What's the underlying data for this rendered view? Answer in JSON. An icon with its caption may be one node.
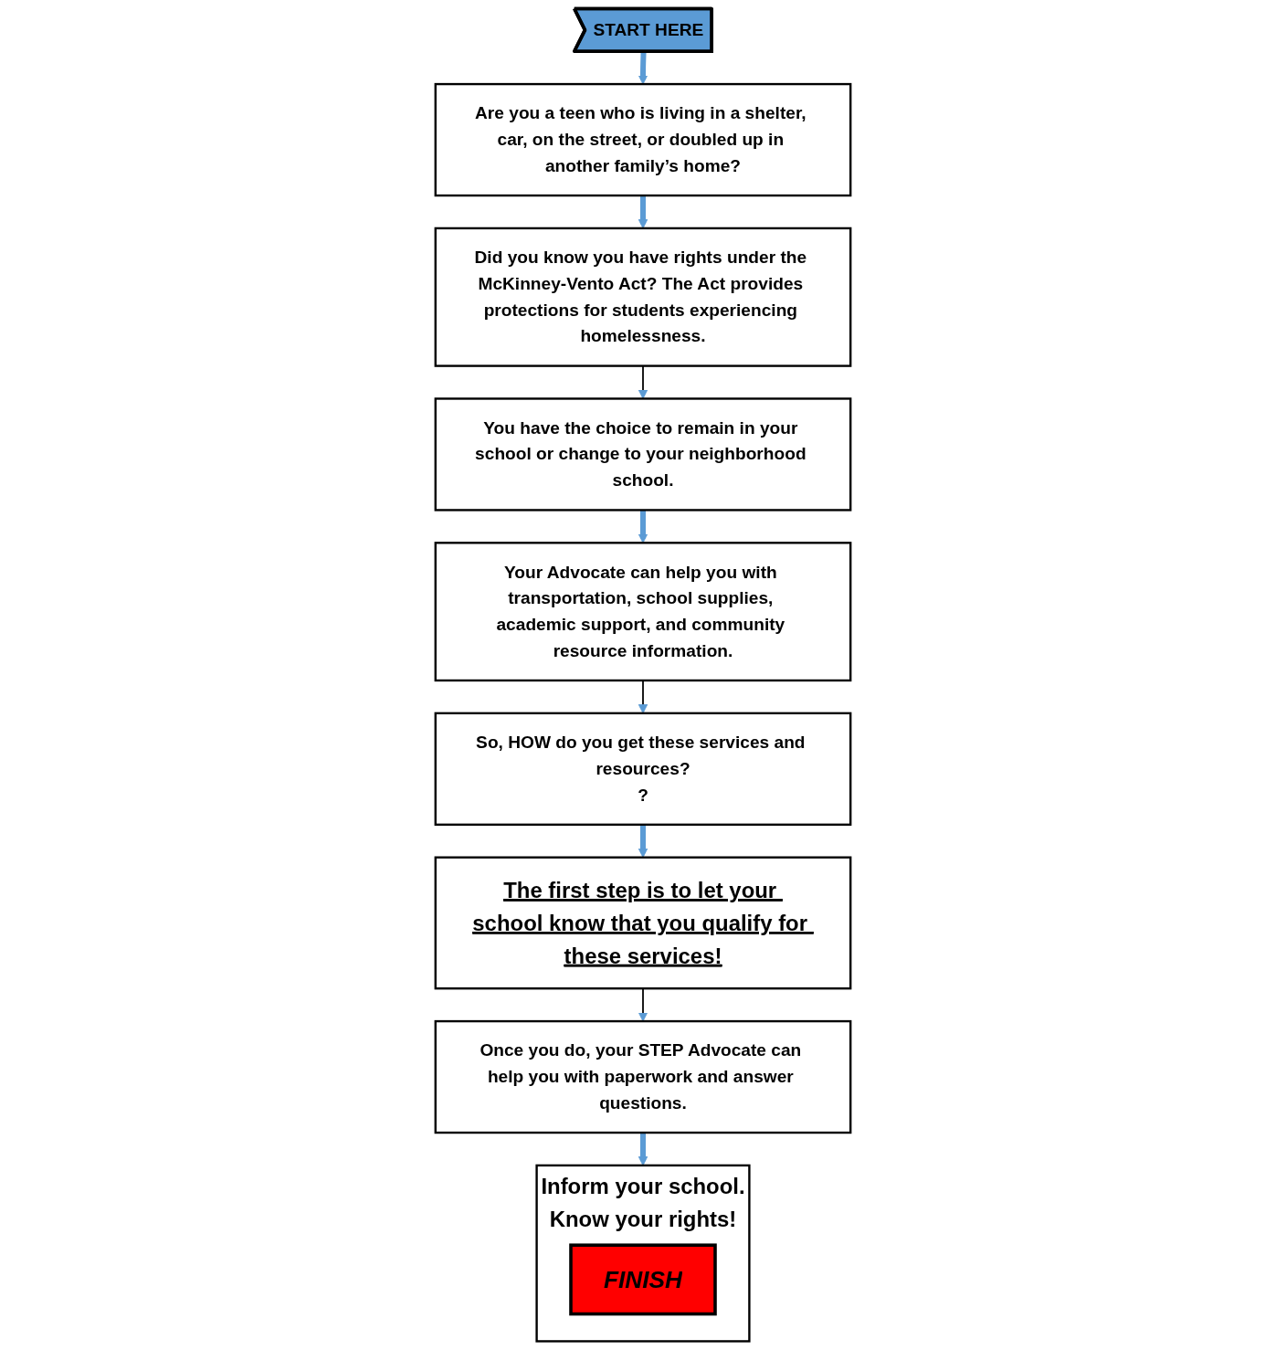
{
  "diagram": {
    "nodes": [
      {
        "text": [
          "START HERE"
        ]
      },
      {
        "text": [
          "Are you a teen who is living in a shelter, car, on the street, or doubled up in another family’s home?"
        ]
      },
      {
        "text": [
          "Did you know you have rights under the McKinney-Vento Act? The Act provides protections for students experiencing homelessness."
        ]
      },
      {
        "text": [
          "You have the choice to remain in your school or change to your neighborhood school."
        ]
      },
      {
        "text": [
          "Your Advocate can help you with transportation, school supplies, academic support, and community resource information."
        ]
      },
      {
        "text": [
          "So, HOW do you get these services and resources?",
          "?"
        ]
      },
      {
        "text": [
          "The first step is to let your school know that you qualify for these services!"
        ]
      },
      {
        "text": [
          "Once you do, your STEP Advocate can help you with paperwork and answer questions."
        ]
      },
      {
        "text": [
          "Inform your school.",
          "Know your rights!"
        ]
      },
      {
        "text": [
          "FINISH"
        ],
        "in": 8
      }
    ],
    "edges": [
      {
        "from": 0,
        "to": 1,
        "arrow": "to"
      },
      {
        "from": 1,
        "to": 2,
        "arrow": "to"
      },
      {
        "from": 2,
        "to": 3,
        "arrow": "to",
        "color": "#000000"
      },
      {
        "from": 3,
        "to": 4,
        "arrow": "to"
      },
      {
        "from": 4,
        "to": 5,
        "arrow": "to",
        "color": "#000000"
      },
      {
        "from": 5,
        "to": 6,
        "arrow": "to"
      },
      {
        "from": 6,
        "to": 7,
        "arrow": "to",
        "color": "#000000"
      },
      {
        "from": 7,
        "to": 8,
        "arrow": "to"
      }
    ]
  }
}
